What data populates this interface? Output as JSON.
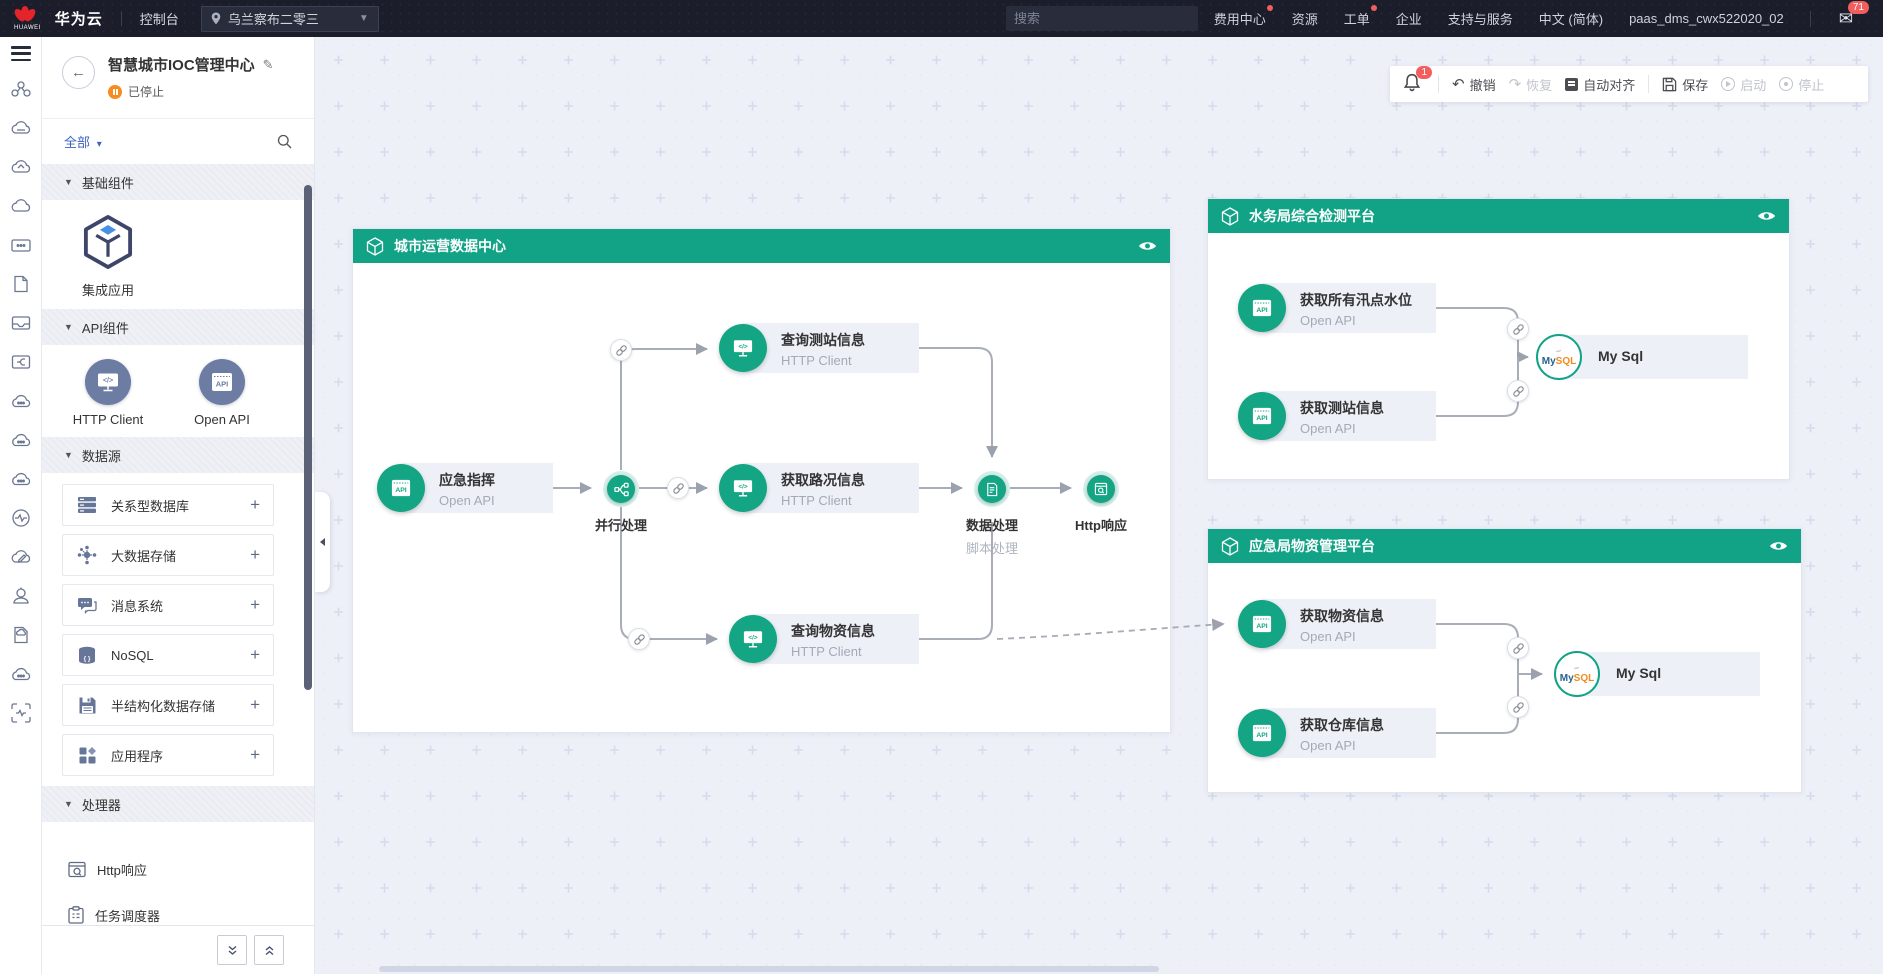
{
  "topbar": {
    "brand": "华为云",
    "brand_logo": "HUAWEI",
    "console": "控制台",
    "region": "乌兰察布二零三",
    "search_placeholder": "搜索",
    "menus": [
      {
        "label": "费用中心"
      },
      {
        "label": "资源"
      },
      {
        "label": "工单"
      },
      {
        "label": "企业"
      },
      {
        "label": "支持与服务"
      },
      {
        "label": "中文 (简体)"
      },
      {
        "label": "paas_dms_cwx522020_02"
      }
    ],
    "mail_badge": "71"
  },
  "panel": {
    "title": "智慧城市IOC管理中心",
    "status": "已停止",
    "filter": "全部",
    "section_basic": "基础组件",
    "section_api": "API组件",
    "section_datasource": "数据源",
    "section_processor": "处理器",
    "basic_item": "集成应用",
    "api_items": [
      {
        "label": "HTTP Client"
      },
      {
        "label": "Open API"
      }
    ],
    "datasource_items": [
      {
        "label": "关系型数据库"
      },
      {
        "label": "大数据存储"
      },
      {
        "label": "消息系统"
      },
      {
        "label": "NoSQL"
      },
      {
        "label": "半结构化数据存储"
      },
      {
        "label": "应用程序"
      }
    ],
    "processor_items": [
      {
        "label": "Http响应"
      },
      {
        "label": "任务调度器"
      }
    ],
    "add_symbol": "+"
  },
  "toolbar": {
    "notif_badge": "1",
    "undo": "撤销",
    "redo": "恢复",
    "align": "自动对齐",
    "save": "保存",
    "start": "启动",
    "stop": "停止"
  },
  "flow": {
    "g1": {
      "title": "城市运营数据中心",
      "start_title": "应急指挥",
      "start_sub": "Open API",
      "parallel": "并行处理",
      "station_title": "查询测站信息",
      "station_sub": "HTTP Client",
      "traffic_title": "获取路况信息",
      "traffic_sub": "HTTP Client",
      "supplies_title": "查询物资信息",
      "supplies_sub": "HTTP Client",
      "dataproc": "数据处理",
      "dataproc_sub": "脚本处理",
      "httpresp": "Http响应"
    },
    "g2": {
      "title": "水务局综合检测平台",
      "n1_title": "获取所有汛点水位",
      "n1_sub": "Open API",
      "n2_title": "获取测站信息",
      "n2_sub": "Open API",
      "mysql": "My Sql",
      "mysql_my": "My",
      "mysql_sql": "SQL"
    },
    "g3": {
      "title": "应急局物资管理平台",
      "n1_title": "获取物资信息",
      "n1_sub": "Open API",
      "n2_title": "获取仓库信息",
      "n2_sub": "Open API",
      "mysql": "My Sql",
      "mysql_my": "My",
      "mysql_sql": "SQL"
    }
  },
  "icons": {
    "search": "magnifier",
    "mail": "envelope",
    "region_pin": "location-pin",
    "notification": "bell",
    "group_badge": "cube-hexagon",
    "visibility": "eye",
    "edge_link": "chain"
  },
  "colors": {
    "teal": "#12A387",
    "topbar_bg": "#1B1E2A",
    "badge_red": "#F25E5E",
    "accent_blue": "#3B63C4",
    "canvas_bg": "#EEF0F8",
    "node_slate": "#6C7CA2"
  }
}
